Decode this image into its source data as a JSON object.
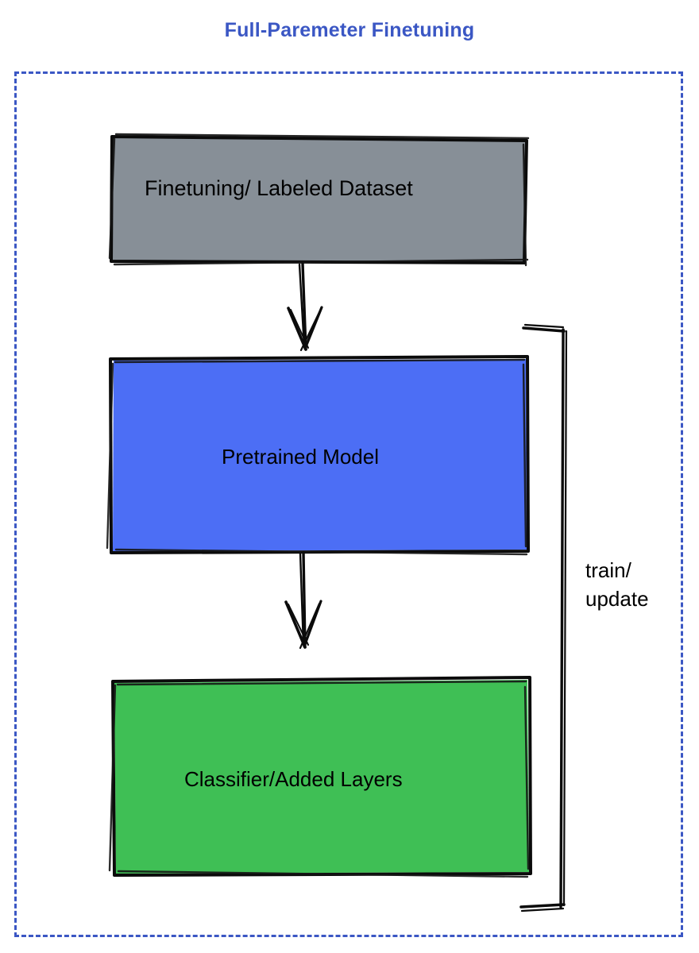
{
  "title": "Full-Paremeter Finetuning",
  "colors": {
    "title": "#3b57c4",
    "frame_border": "#3b57c4",
    "dataset_fill": "#878f97",
    "pretrained_fill": "#4c6ef5",
    "classifier_fill": "#3fbf55",
    "stroke": "#000000",
    "background": "#ffffff"
  },
  "nodes": [
    {
      "id": "dataset",
      "label": "Finetuning/ Labeled Dataset",
      "fill": "#878f97",
      "shape": "rectangle"
    },
    {
      "id": "pretrained",
      "label": "Pretrained Model",
      "fill": "#4c6ef5",
      "shape": "rectangle"
    },
    {
      "id": "classifier",
      "label": "Classifier/Added Layers",
      "fill": "#3fbf55",
      "shape": "rectangle"
    }
  ],
  "edges": [
    {
      "id": "dataset-to-pretrained",
      "from": "dataset",
      "to": "pretrained",
      "label": "",
      "style": "sketchy-arrow-down"
    },
    {
      "id": "pretrained-to-classifier",
      "from": "pretrained",
      "to": "classifier",
      "label": "",
      "style": "sketchy-arrow-down"
    },
    {
      "id": "feedback-loop",
      "from": "classifier",
      "to": "pretrained",
      "label_line_1": "train/",
      "label_line_2": "update",
      "style": "sketchy-bracket"
    }
  ],
  "loop_label": {
    "line1": "train/",
    "line2": "update"
  },
  "frame": {
    "style": "dashed",
    "name": "full-parameter-finetuning-region"
  }
}
